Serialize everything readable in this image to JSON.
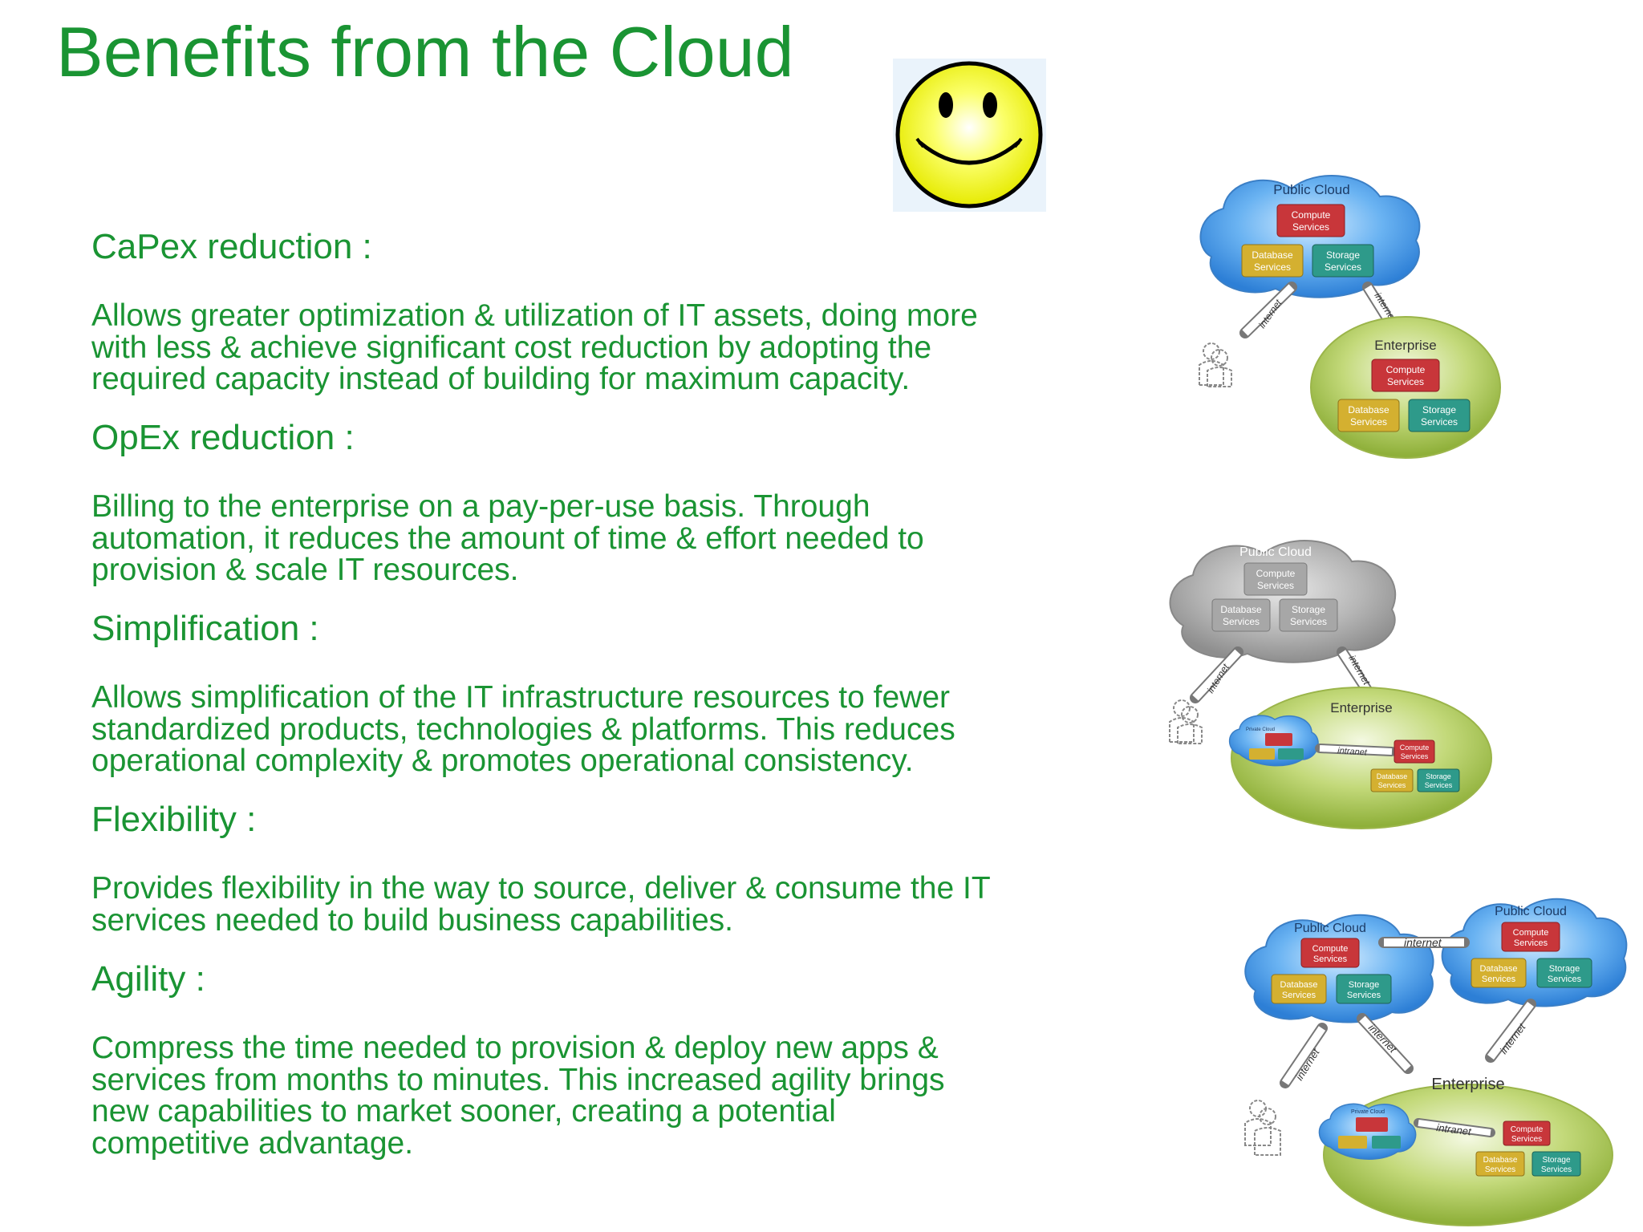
{
  "slide": {
    "title": "Benefits from the Cloud",
    "sections": [
      {
        "heading": "CaPex reduction :",
        "body": "Allows greater optimization & utilization of IT assets, doing more\nwith less & achieve significant cost reduction by adopting the\nrequired capacity instead of building for maximum capacity."
      },
      {
        "heading": "OpEx reduction :",
        "body": "Billing to the enterprise on a pay-per-use basis. Through\nautomation, it reduces the amount of time & effort needed to\nprovision & scale IT resources."
      },
      {
        "heading": "Simplification :",
        "body": "Allows simplification of the IT infrastructure resources to fewer\nstandardized products, technologies & platforms. This reduces\noperational complexity & promotes operational consistency."
      },
      {
        "heading": "Flexibility :",
        "body": "Provides flexibility in the way to source, deliver & consume the IT\nservices needed to build business capabilities."
      },
      {
        "heading": "Agility :",
        "body": "Compress the time needed to provision & deploy new apps &\nservices from months to minutes. This increased agility brings\nnew capabilities to market sooner, creating a potential\ncompetitive advantage."
      }
    ]
  },
  "diagrams": {
    "public_cloud": "Public Cloud",
    "enterprise": "Enterprise",
    "private_cloud": "Private Cloud",
    "compute_line1": "Compute",
    "database_line1": "Database",
    "storage_line1": "Storage",
    "services": "Services",
    "internet": "internet",
    "intranet": "intranet"
  },
  "colors": {
    "text_green": "#1a9433",
    "cloud_blue": "#3d8fe0",
    "cloud_gray": "#a0a0a0",
    "enterprise_green": "#a8c84a",
    "compute_red": "#c8363a",
    "database_yellow": "#d4b030",
    "storage_teal": "#2e9a8a"
  }
}
